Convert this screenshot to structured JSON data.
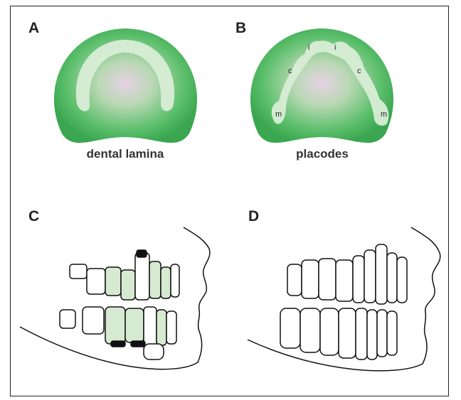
{
  "panels": {
    "a": {
      "label": "A",
      "caption": "dental lamina"
    },
    "b": {
      "label": "B",
      "caption": "placodes",
      "placode_labels": [
        "i",
        "i",
        "c",
        "c",
        "m",
        "m"
      ]
    },
    "c": {
      "label": "C"
    },
    "d": {
      "label": "D"
    }
  },
  "colors": {
    "arch_green": "#4cb860",
    "arch_center": "#e8d4e6",
    "lamina": "#d8edd6",
    "tooth_outline": "#111111",
    "tooth_tint": "#d6ead2"
  }
}
